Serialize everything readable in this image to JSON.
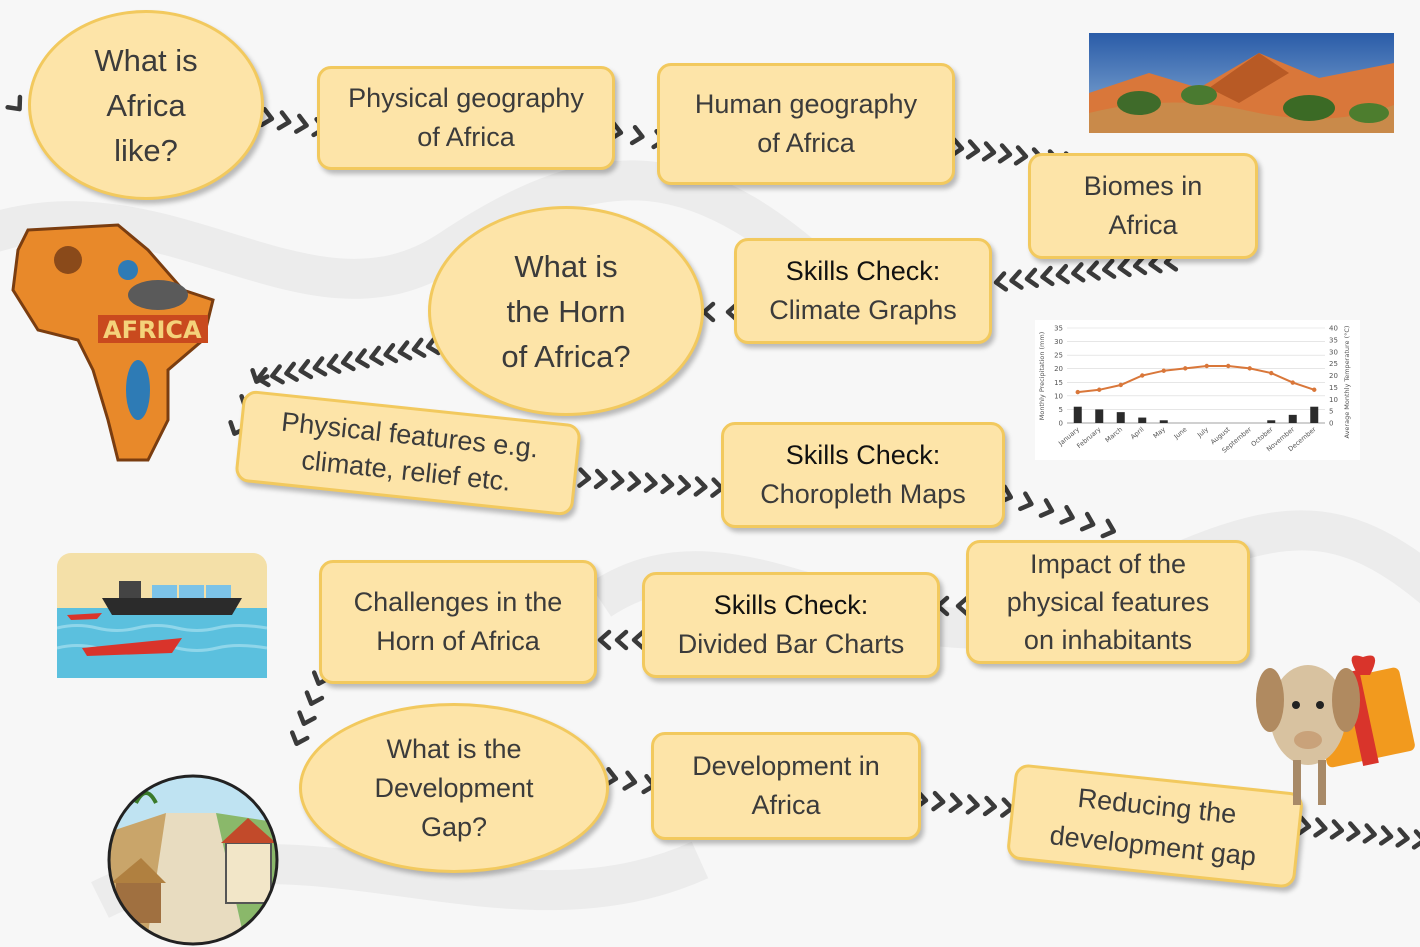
{
  "colors": {
    "box_fill": "#fde4a8",
    "box_border": "#f2c95e",
    "arrow": "#3a3a3a",
    "text": "#3b3b3b"
  },
  "nodes": {
    "what_is_africa": [
      "What is",
      "Africa",
      "like?"
    ],
    "physical_geography": [
      "Physical geography",
      "of Africa"
    ],
    "human_geography": [
      "Human geography",
      "of Africa"
    ],
    "biomes": [
      "Biomes in",
      "Africa"
    ],
    "skills_climate": {
      "title": "Skills Check:",
      "sub": "Climate Graphs"
    },
    "horn_of_africa": [
      "What is",
      "the Horn",
      "of Africa?"
    ],
    "physical_features": [
      "Physical features e.g.",
      "climate, relief etc."
    ],
    "skills_choropleth": {
      "title": "Skills Check:",
      "sub": "Choropleth Maps"
    },
    "impact": [
      "Impact of the",
      "physical features",
      "on inhabitants"
    ],
    "skills_bar": {
      "title": "Skills Check:",
      "sub": "Divided Bar Charts"
    },
    "challenges": [
      "Challenges in the",
      "Horn of Africa"
    ],
    "development_gap": [
      "What is the",
      "Development",
      "Gap?"
    ],
    "development_africa": [
      "Development in",
      "Africa"
    ],
    "reducing_gap": [
      "Reducing the",
      "development gap"
    ]
  },
  "images": {
    "desert": "desert-photo",
    "africa_map": "africa-map-illustration",
    "ship": "ship-piracy-illustration",
    "village": "village-street-illustration",
    "goat": "goat-gift-photo"
  },
  "chart_data": {
    "type": "bar",
    "categories": [
      "January",
      "February",
      "March",
      "April",
      "May",
      "June",
      "July",
      "August",
      "September",
      "October",
      "November",
      "December"
    ],
    "series": [
      {
        "values": [
          6,
          5,
          4,
          2,
          1,
          0,
          0,
          0,
          0,
          1,
          3,
          6
        ]
      },
      {
        "values": [
          13,
          14,
          16,
          20,
          22,
          23,
          24,
          24,
          23,
          21,
          17,
          14
        ]
      }
    ],
    "xlabel": "",
    "ylabel": "Monthly Precipitation (mm)",
    "y2label": "Average Monthly Temperature (°C)",
    "ylim": [
      0,
      35
    ],
    "y2lim": [
      0,
      40
    ],
    "yticks": [
      "0",
      "5",
      "10",
      "15",
      "20",
      "25",
      "30",
      "35"
    ],
    "y2ticks": [
      "0",
      "5",
      "10",
      "15",
      "20",
      "25",
      "30",
      "35",
      "40"
    ],
    "grid": true
  }
}
